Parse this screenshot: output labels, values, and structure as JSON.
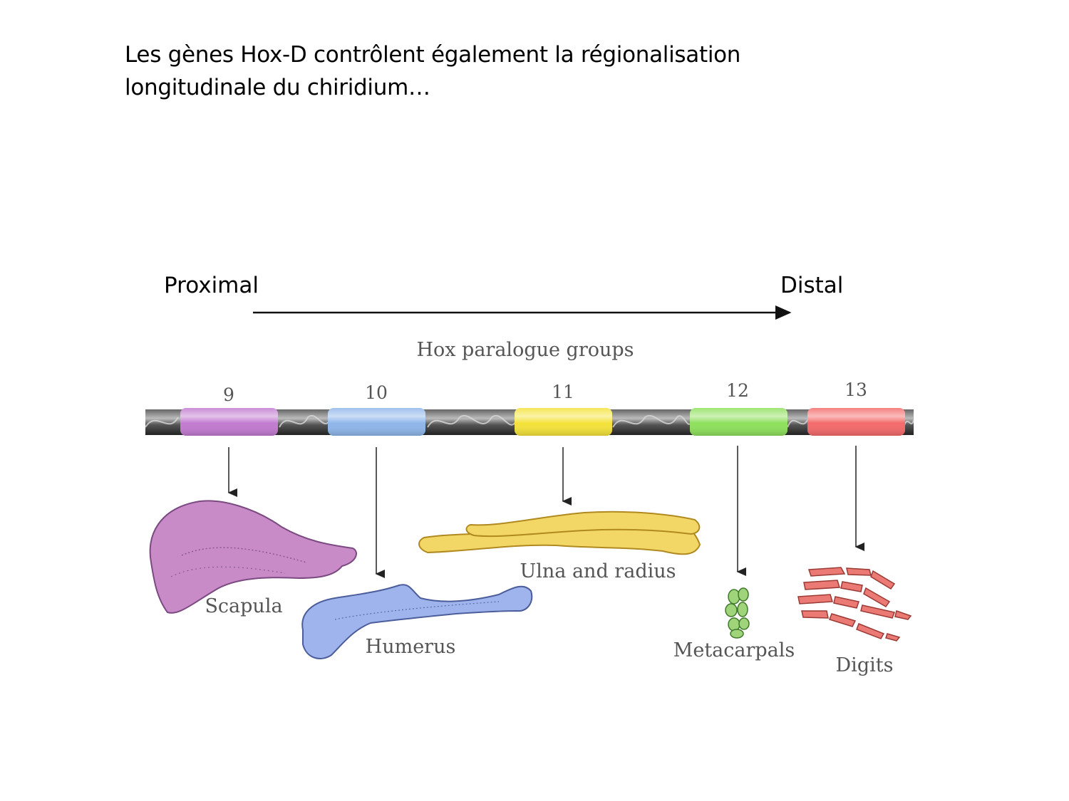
{
  "title": {
    "line1": "Les gènes Hox-D contrôlent également la régionalisation",
    "line2": "longitudinale du chiridium…"
  },
  "axis": {
    "proximal": "Proximal",
    "distal": "Distal"
  },
  "figure": {
    "heading": "Hox paralogue groups",
    "groups": [
      {
        "number": "9",
        "color": "#c27ad0",
        "bone": "Scapula"
      },
      {
        "number": "10",
        "color": "#8fb6ea",
        "bone": "Humerus"
      },
      {
        "number": "11",
        "color": "#f4e23a",
        "bone": "Ulna and radius"
      },
      {
        "number": "12",
        "color": "#8ee05c",
        "bone": "Metacarpals"
      },
      {
        "number": "13",
        "color": "#f46a6a",
        "bone": "Digits"
      }
    ],
    "bone_colors": {
      "scapula": "#c98ac8",
      "humerus": "#9fb4ec",
      "ulna_radius": "#f2d766",
      "metacarpals": "#9fd47a",
      "digits": "#ec7a74"
    }
  }
}
